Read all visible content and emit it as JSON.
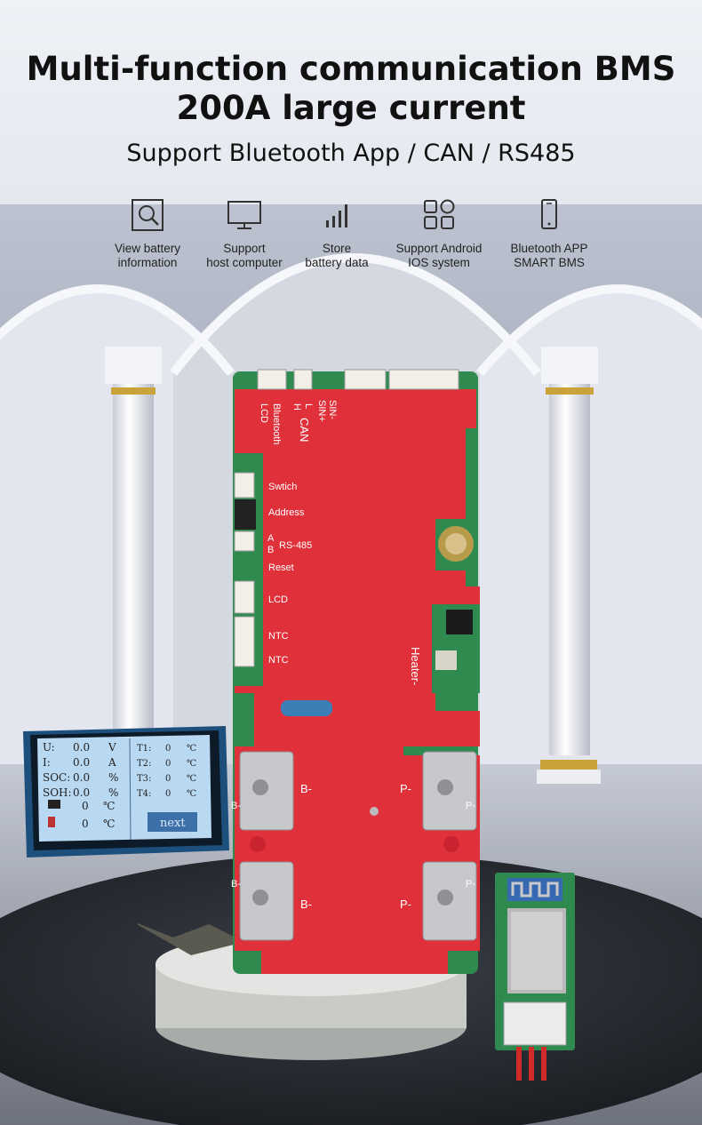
{
  "headline": {
    "line1": "Multi-function communication BMS",
    "line2": "200A large current"
  },
  "subhead": "Support Bluetooth App / CAN / RS485",
  "features": [
    {
      "icon": "magnifier-icon",
      "label": "View battery\ninformation"
    },
    {
      "icon": "monitor-icon",
      "label": "Support\nhost computer"
    },
    {
      "icon": "bar-chart-icon",
      "label": "Store\nbattery data"
    },
    {
      "icon": "app-grid-icon",
      "label": "Support Android\nIOS system"
    },
    {
      "icon": "smartphone-icon",
      "label": "Bluetooth APP\nSMART BMS"
    }
  ],
  "lcd_display": {
    "rows": [
      {
        "label": "U:",
        "value": "0.0",
        "unit": "V",
        "temp_label": "T1:",
        "temp_value": "0",
        "temp_unit": "℃"
      },
      {
        "label": "I:",
        "value": "0.0",
        "unit": "A",
        "temp_label": "T2:",
        "temp_value": "0",
        "temp_unit": "℃"
      },
      {
        "label": "SOC:",
        "value": "0.0",
        "unit": "%",
        "temp_label": "T3:",
        "temp_value": "0",
        "temp_unit": "℃"
      },
      {
        "label": "SOH:",
        "value": "0.0",
        "unit": "%",
        "temp_label": "T4:",
        "temp_value": "0",
        "temp_unit": "℃"
      }
    ],
    "mos_temp": {
      "value": "0",
      "unit": "℃"
    },
    "ambient_temp": {
      "value": "0",
      "unit": "℃"
    },
    "next_button": "next"
  },
  "board_labels": {
    "bluetooth": "Bluetooth",
    "lcd_top": "LCD",
    "h": "H",
    "l": "L",
    "can": "CAN",
    "sin_plus": "SIN+",
    "sin_minus": "SIN-",
    "switch": "Swtich",
    "address": "Address",
    "a": "A",
    "b": "B",
    "rs485": "RS-485",
    "reset": "Reset",
    "lcd": "LCD",
    "ntc1": "NTC",
    "ntc2": "NTC",
    "heater": "Heater-",
    "b_minus_1": "B-",
    "b_minus_2": "B-",
    "p_minus_1": "P-",
    "p_minus_2": "P-",
    "b_edge_1": "B-",
    "b_edge_2": "B-",
    "p_edge_1": "P-",
    "p_edge_2": "P-"
  },
  "colors": {
    "pcb_red": "#e0303a",
    "pcb_green": "#2f8a4f",
    "lcd_screen": "#b9d8f2",
    "lcd_bezel": "#1d4f7d",
    "next_button": "#3d6fa8"
  }
}
